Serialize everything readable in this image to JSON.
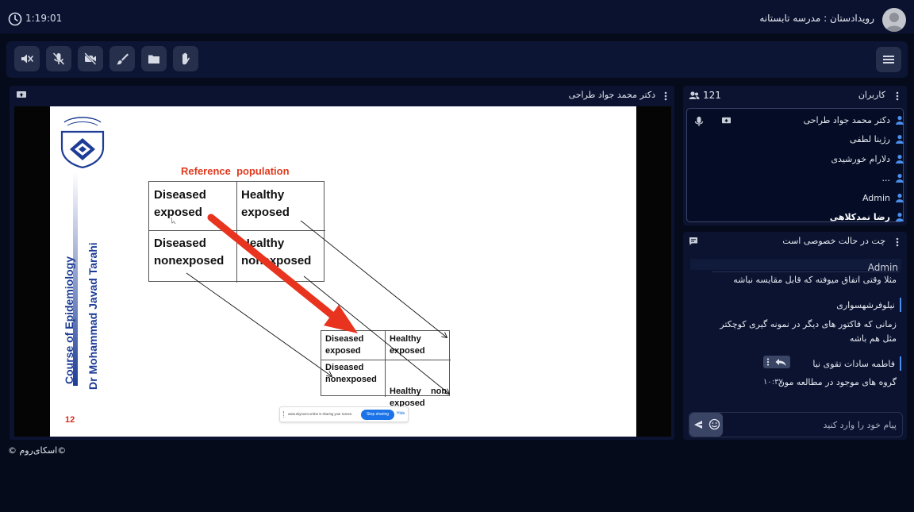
{
  "header": {
    "timer": "1:19:01",
    "room_title": "رویدادستان : مدرسه تابستانه"
  },
  "toolbar": {
    "buttons": [
      "speaker-mute-icon",
      "mic-off-icon",
      "camera-off-icon",
      "brush-icon",
      "folder-icon",
      "hand-icon"
    ],
    "menu": "hamburger-icon"
  },
  "presentation": {
    "presenter": "دکتر محمد جواد طراحی",
    "slide": {
      "side_title_1": "Course of Epidemiology",
      "side_title_2": "Dr Mohammad Javad Tarahi",
      "page_number": "12",
      "heading": "Reference  population",
      "big_table": {
        "c11_a": "Diseased",
        "c11_b": "exposed",
        "c12_a": "Healthy",
        "c12_b": "exposed",
        "c21_a": "Diseased",
        "c21_b": "nonexposed",
        "c22_a": "Healthy",
        "c22_b": "nonexposed"
      },
      "small_table": {
        "c11_a": "Diseased",
        "c11_b": "exposed",
        "c12_a": "Healthy",
        "c12_b": "exposed",
        "c21_a": "Diseased",
        "c21_b": "nonexposed",
        "c22_a": "Healthy    non",
        "c22_b": "exposed"
      },
      "share_bar": {
        "text": "www.skyroom.online is sharing your screen.",
        "stop_label": "Stop sharing",
        "hide_label": "Hide"
      }
    }
  },
  "users": {
    "title": "کاربران",
    "count": "121",
    "list": [
      "دکتر محمد جواد طراحی",
      "رژینا لطفی",
      "دلارام خورشیدی",
      "...",
      "Admin",
      "رضا نمدکلاهی"
    ]
  },
  "chat": {
    "title": "چت در حالت خصوصی است",
    "messages": [
      {
        "sender": "Admin",
        "text": "مثلا وقتی اتفاق میوفته که قابل مقایسه نباشه"
      },
      {
        "sender": "نیلوفرشهسواری",
        "text": "زمانی که فاکتور های دیگر در نمونه گیری کوچکتر مثل هم باشه"
      },
      {
        "sender": "فاطمه سادات تقوی نیا",
        "text": "گروه های موجود در مطالعه مون",
        "time": "۱۰:۳۷"
      }
    ],
    "input_placeholder": "پیام خود را وارد کنید"
  },
  "footer": {
    "copyright": "©اسکای‌روم ©"
  },
  "colors": {
    "background": "#060b1c",
    "panel": "#0b1330",
    "button": "#26304d",
    "user_icon": "#4a8ff0",
    "slide_red": "#e03a1e",
    "slide_blue": "#1d3c96",
    "share_button": "#1a73e8"
  }
}
